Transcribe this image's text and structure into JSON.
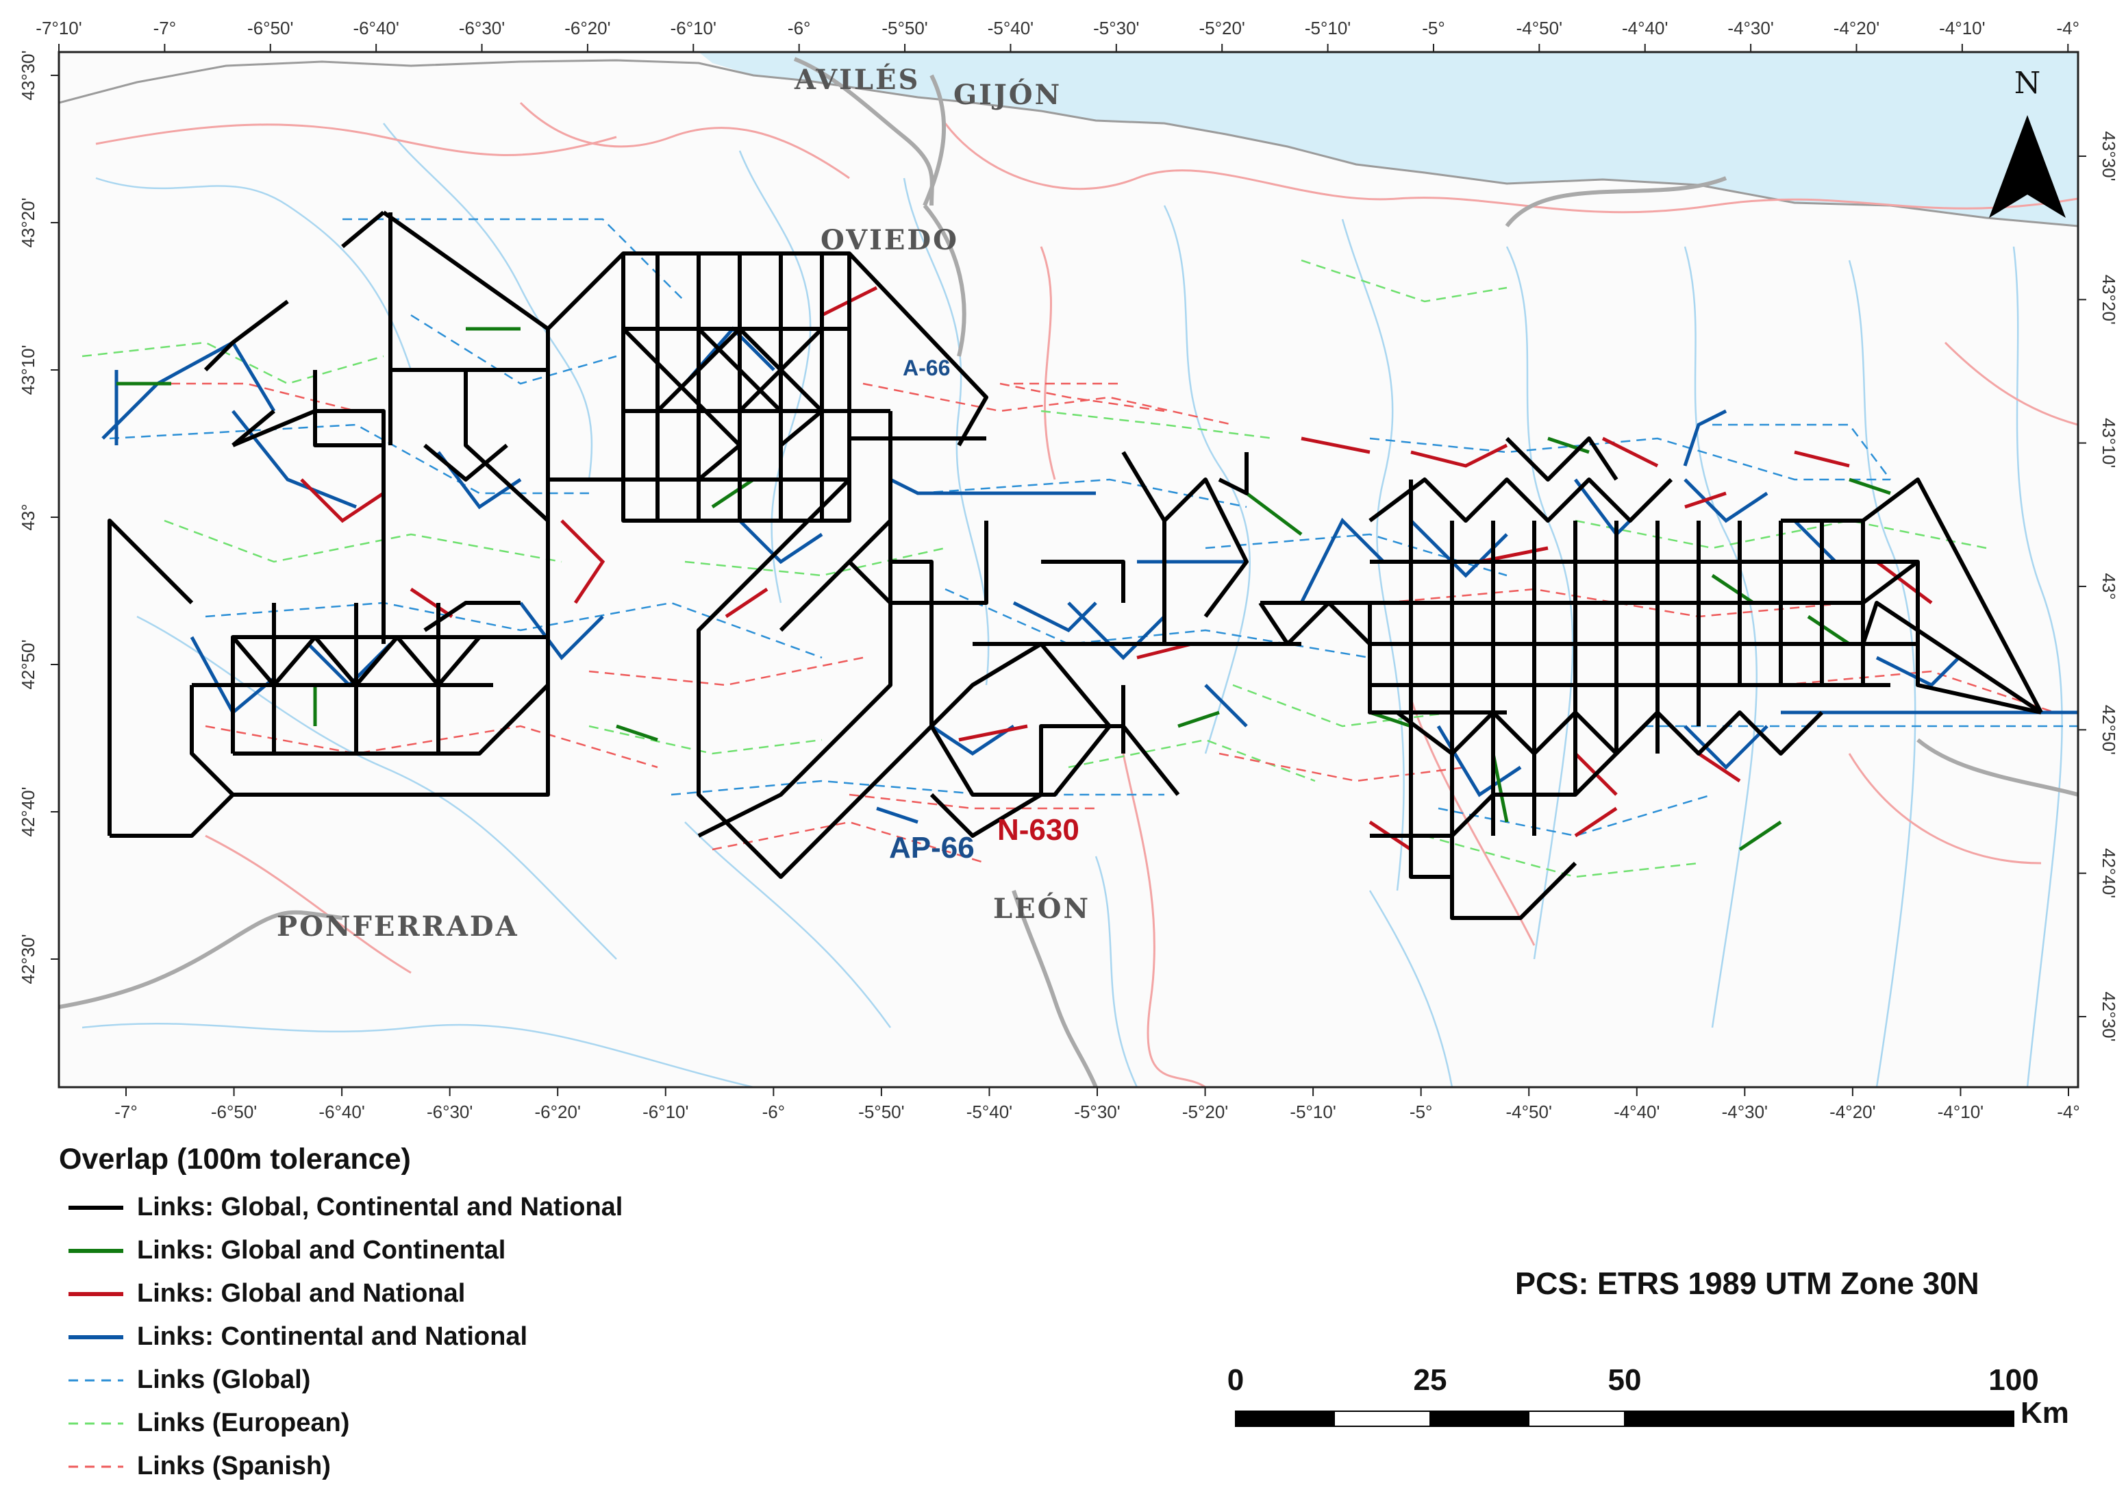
{
  "map": {
    "ticks_top": [
      "-7°10'",
      "-7°",
      "-6°50'",
      "-6°40'",
      "-6°30'",
      "-6°20'",
      "-6°10'",
      "-6°",
      "-5°50'",
      "-5°40'",
      "-5°30'",
      "-5°20'",
      "-5°10'",
      "-5°",
      "-4°50'",
      "-4°40'",
      "-4°30'",
      "-4°20'",
      "-4°10'",
      "-4°"
    ],
    "ticks_bottom": [
      "-7°",
      "-6°50'",
      "-6°40'",
      "-6°30'",
      "-6°20'",
      "-6°10'",
      "-6°",
      "-5°50'",
      "-5°40'",
      "-5°30'",
      "-5°20'",
      "-5°10'",
      "-5°",
      "-4°50'",
      "-4°40'",
      "-4°30'",
      "-4°20'",
      "-4°10'",
      "-4°"
    ],
    "ticks_left": [
      "43°30'",
      "43°20'",
      "43°10'",
      "43°",
      "42°50'",
      "42°40'",
      "42°30'"
    ],
    "ticks_right": [
      "43°30'",
      "43°20'",
      "43°10'",
      "43°",
      "42°50'",
      "42°40'",
      "42°30'"
    ],
    "cities": [
      "AVILÉS",
      "GIJÓN",
      "OVIEDO",
      "PONFERRADA",
      "LEÓN"
    ],
    "roads": [
      {
        "label": "A-66",
        "color": "#1a4e8c"
      },
      {
        "label": "AP-66",
        "color": "#1a4e8c"
      },
      {
        "label": "N-630",
        "color": "#c0111d"
      }
    ],
    "north_label": "N",
    "colors": {
      "sea": "#d6eef8",
      "black_links": "#000000",
      "green_links": "#117a11",
      "red_links": "#c0111d",
      "blue_links": "#0b56a5",
      "global_dashed": "#2b8fd6",
      "european_dashed": "#6ee06e",
      "spanish_dashed": "#ee5a5a",
      "river": "#a9d6f0",
      "basemap_road": "#f3a4a4",
      "motorway": "#a9a9a9"
    }
  },
  "legend": {
    "title": "Overlap (100m tolerance)",
    "items": [
      {
        "label": "Links: Global, Continental and National",
        "color": "#000000",
        "style": "solid"
      },
      {
        "label": "Links: Global and Continental",
        "color": "#117a11",
        "style": "solid"
      },
      {
        "label": "Links: Global and National",
        "color": "#c0111d",
        "style": "solid"
      },
      {
        "label": "Links: Continental and National",
        "color": "#0b56a5",
        "style": "solid"
      },
      {
        "label": "Links (Global)",
        "color": "#2b8fd6",
        "style": "dashed"
      },
      {
        "label": "Links (European)",
        "color": "#6ee06e",
        "style": "dashed"
      },
      {
        "label": "Links (Spanish)",
        "color": "#ee5a5a",
        "style": "dashed"
      }
    ]
  },
  "projection": "PCS: ETRS 1989 UTM Zone 30N",
  "scale": {
    "labels": [
      "0",
      "25",
      "50",
      "100"
    ],
    "unit": "Km"
  }
}
